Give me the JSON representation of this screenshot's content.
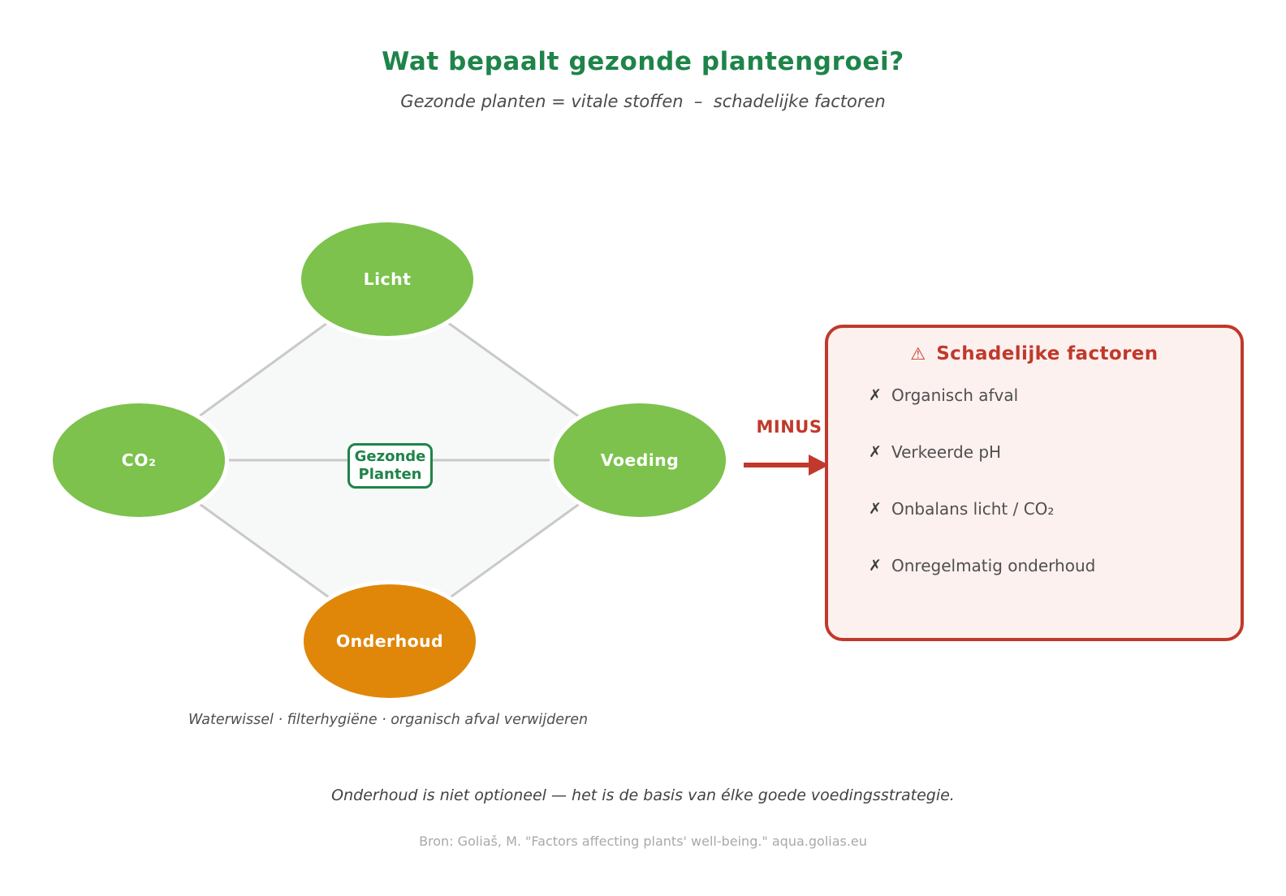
{
  "header": {
    "title": "Wat bepaalt gezonde plantengroei?",
    "subtitle": "Gezonde planten = vitale stoffen  –  schadelijke factoren"
  },
  "diagram": {
    "nodes": [
      {
        "id": "licht",
        "label": "Licht"
      },
      {
        "id": "co2",
        "label": "CO₂"
      },
      {
        "id": "voeding",
        "label": "Voeding"
      },
      {
        "id": "onderhoud",
        "label": "Onderhoud"
      }
    ],
    "center": {
      "label": "Gezonde\nPlanten"
    },
    "maintenance_caption": "Waterwissel · filterhygiëne · organisch afval verwijderen"
  },
  "minus": {
    "label": "MINUS"
  },
  "panel": {
    "icon": "⚠",
    "title": "Schadelijke factoren",
    "item_mark": "✗",
    "items": [
      "Organisch afval",
      "Verkeerde pH",
      "Onbalans licht / CO₂",
      "Onregelmatig onderhoud"
    ]
  },
  "footer": {
    "note": "Onderhoud is niet optioneel — het is de basis van élke goede voedingsstrategie.",
    "source": "Bron: Goliaš, M. \"Factors affecting plants' well-being.\" aqua.golias.eu"
  },
  "colors": {
    "title_green": "#1e8449",
    "node_green": "#7cc24d",
    "node_orange": "#e08709",
    "accent_red": "#c0392b",
    "panel_bg": "#fdf1ef",
    "line_gray": "#c9c9c9",
    "diamond_fill": "#f7f9f8",
    "text_dark": "#424242",
    "text_muted": "#4f4f4f",
    "mark_dark": "#3c3c3c",
    "source_gray": "#a9a9a9"
  }
}
